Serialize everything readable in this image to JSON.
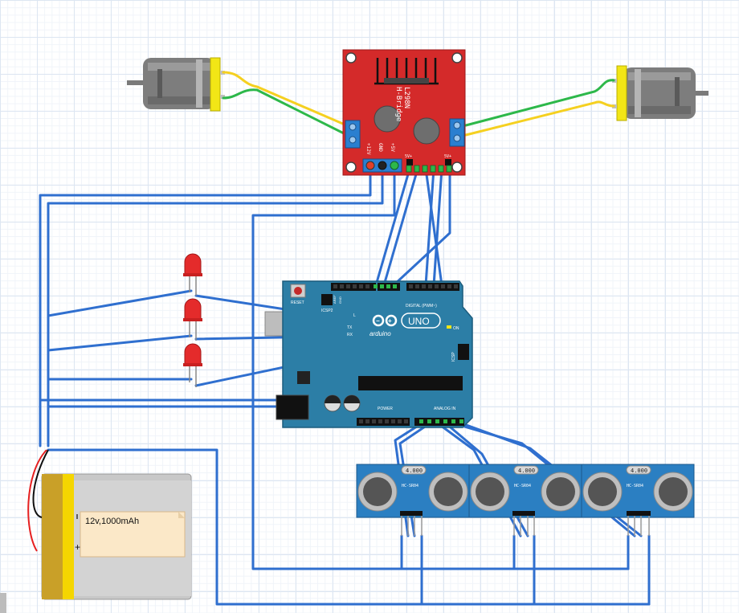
{
  "driver": {
    "title": "L298N",
    "subtitle": "H-Bridge",
    "pin_12v": "+12V",
    "pin_gnd": "GND",
    "pin_5v": "+5V",
    "pin_5v_a": "5V+",
    "pin_5v_b": "5V+"
  },
  "arduino": {
    "brand": "arduino",
    "model": "UNO",
    "reset_label": "RESET",
    "icsp2_label": "ICSP2",
    "icsp_label": "ICSP",
    "aref_label": "AREF",
    "gnd_label": "GND",
    "digital_label": "DIGITAL (PWM~)",
    "on_label": "ON",
    "l_label": "L",
    "tx_label": "TX",
    "rx_label": "RX",
    "power_label": "POWER",
    "analog_label": "ANALOG IN"
  },
  "battery": {
    "label": "12v,1000mAh",
    "plus": "+"
  },
  "sensors": [
    {
      "crystal": "4.000",
      "model": "HC-SR04"
    },
    {
      "crystal": "4.000",
      "model": "HC-SR04"
    },
    {
      "crystal": "4.000",
      "model": "HC-SR04"
    }
  ],
  "colors": {
    "wire_blue": "#2f6fcf",
    "wire_yellow": "#f5d020",
    "wire_green": "#2db84a",
    "driver_red": "#d42a2a",
    "arduino_teal": "#2c7ea6",
    "sensor_blue": "#2b7fc2",
    "led_red": "#e42b2b",
    "battery_gold": "#c9a028"
  }
}
